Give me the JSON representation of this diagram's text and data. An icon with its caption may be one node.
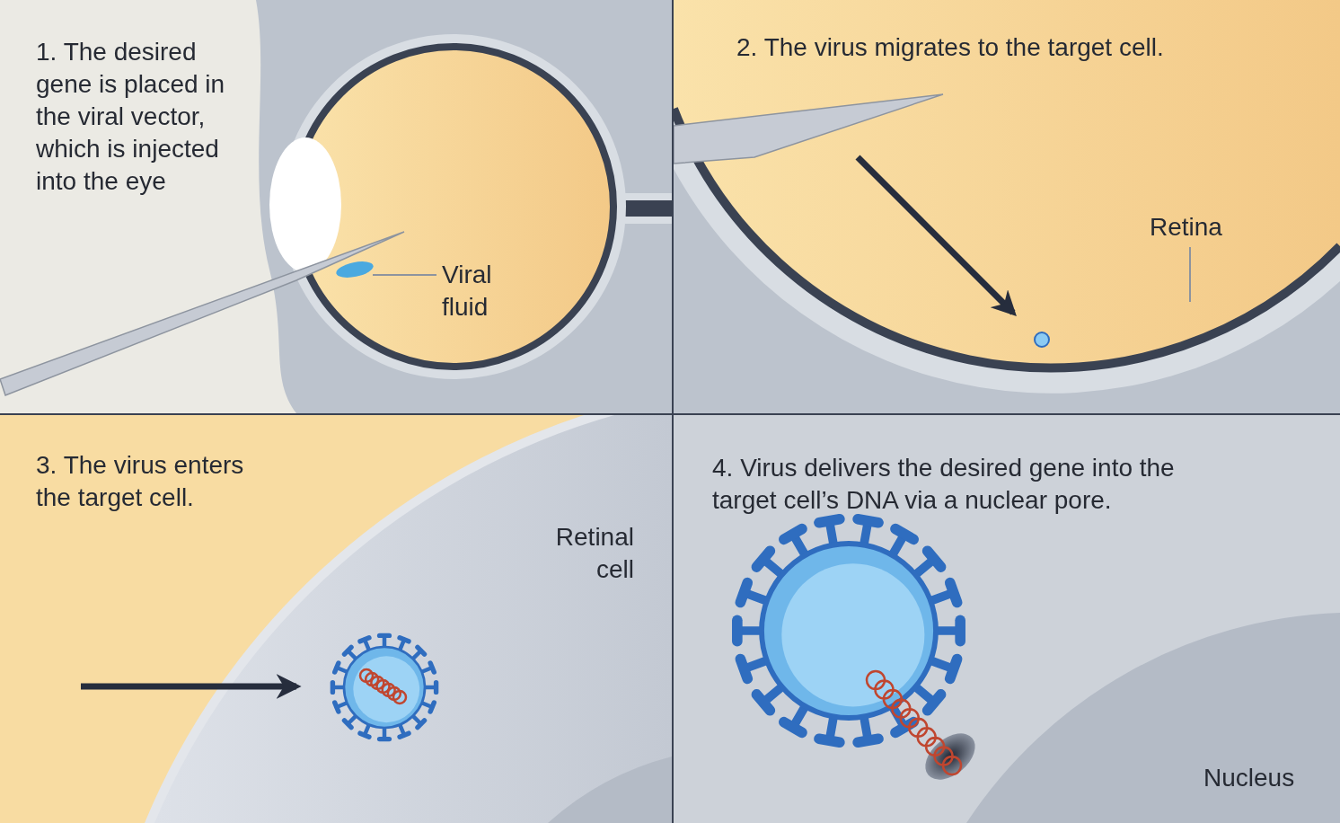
{
  "diagram": {
    "nodes": [
      {
        "text": [
          "1. The desired gene is placed in the viral vector, which is injected into the eye"
        ]
      },
      {
        "text": [
          "Viral fluid"
        ],
        "in": 0
      },
      {
        "text": [],
        "shape": "picture",
        "in": 0
      },
      {
        "text": [
          "2. The virus migrates to the target cell."
        ]
      },
      {
        "text": [
          "Retina"
        ],
        "in": 3
      },
      {
        "text": [
          "3. The virus enters the target cell."
        ]
      },
      {
        "text": [
          "4. Virus delivers the desired gene into the target cell’s DNA via a nuclear pore."
        ]
      }
    ],
    "edges": [
      {
        "from": 1,
        "to": 2,
        "arrow": "none"
      },
      {
        "from": 4,
        "to": null,
        "arrow": "none"
      }
    ],
    "labels": [
      "Retinal cell",
      "Nucleus"
    ]
  }
}
